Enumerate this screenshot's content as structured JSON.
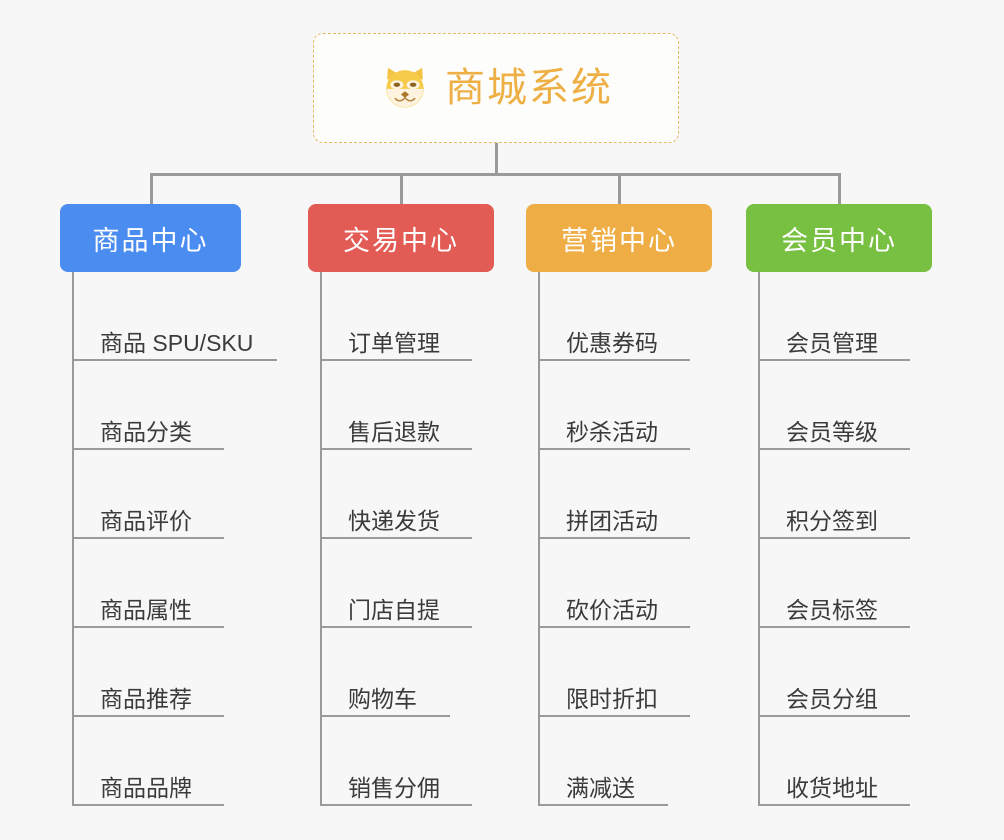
{
  "root": {
    "icon": "shiba-dog-icon",
    "label": "商城系统",
    "text_color": "#eeb045",
    "border_color": "#e8b964"
  },
  "connector_color": "#9a9a9a",
  "background": "#f7f7f7",
  "columns": [
    {
      "title": "商品中心",
      "color": "#4a8cf0",
      "items": [
        {
          "label": "商品 SPU/SKU",
          "underline_width": 205
        },
        {
          "label": "商品分类",
          "underline_width": 152
        },
        {
          "label": "商品评价",
          "underline_width": 152
        },
        {
          "label": "商品属性",
          "underline_width": 152
        },
        {
          "label": "商品推荐",
          "underline_width": 152
        },
        {
          "label": "商品品牌",
          "underline_width": 152
        }
      ]
    },
    {
      "title": "交易中心",
      "color": "#e35b55",
      "items": [
        {
          "label": "订单管理",
          "underline_width": 152
        },
        {
          "label": "售后退款",
          "underline_width": 152
        },
        {
          "label": "快递发货",
          "underline_width": 152
        },
        {
          "label": "门店自提",
          "underline_width": 152
        },
        {
          "label": "购物车",
          "underline_width": 130
        },
        {
          "label": "销售分佣",
          "underline_width": 152
        }
      ]
    },
    {
      "title": "营销中心",
      "color": "#eeae45",
      "items": [
        {
          "label": "优惠券码",
          "underline_width": 152
        },
        {
          "label": "秒杀活动",
          "underline_width": 152
        },
        {
          "label": "拼团活动",
          "underline_width": 152
        },
        {
          "label": "砍价活动",
          "underline_width": 152
        },
        {
          "label": "限时折扣",
          "underline_width": 152
        },
        {
          "label": "满减送",
          "underline_width": 130
        }
      ]
    },
    {
      "title": "会员中心",
      "color": "#78c042",
      "items": [
        {
          "label": "会员管理",
          "underline_width": 152
        },
        {
          "label": "会员等级",
          "underline_width": 152
        },
        {
          "label": "积分签到",
          "underline_width": 152
        },
        {
          "label": "会员标签",
          "underline_width": 152
        },
        {
          "label": "会员分组",
          "underline_width": 152
        },
        {
          "label": "收货地址",
          "underline_width": 152
        }
      ]
    }
  ]
}
